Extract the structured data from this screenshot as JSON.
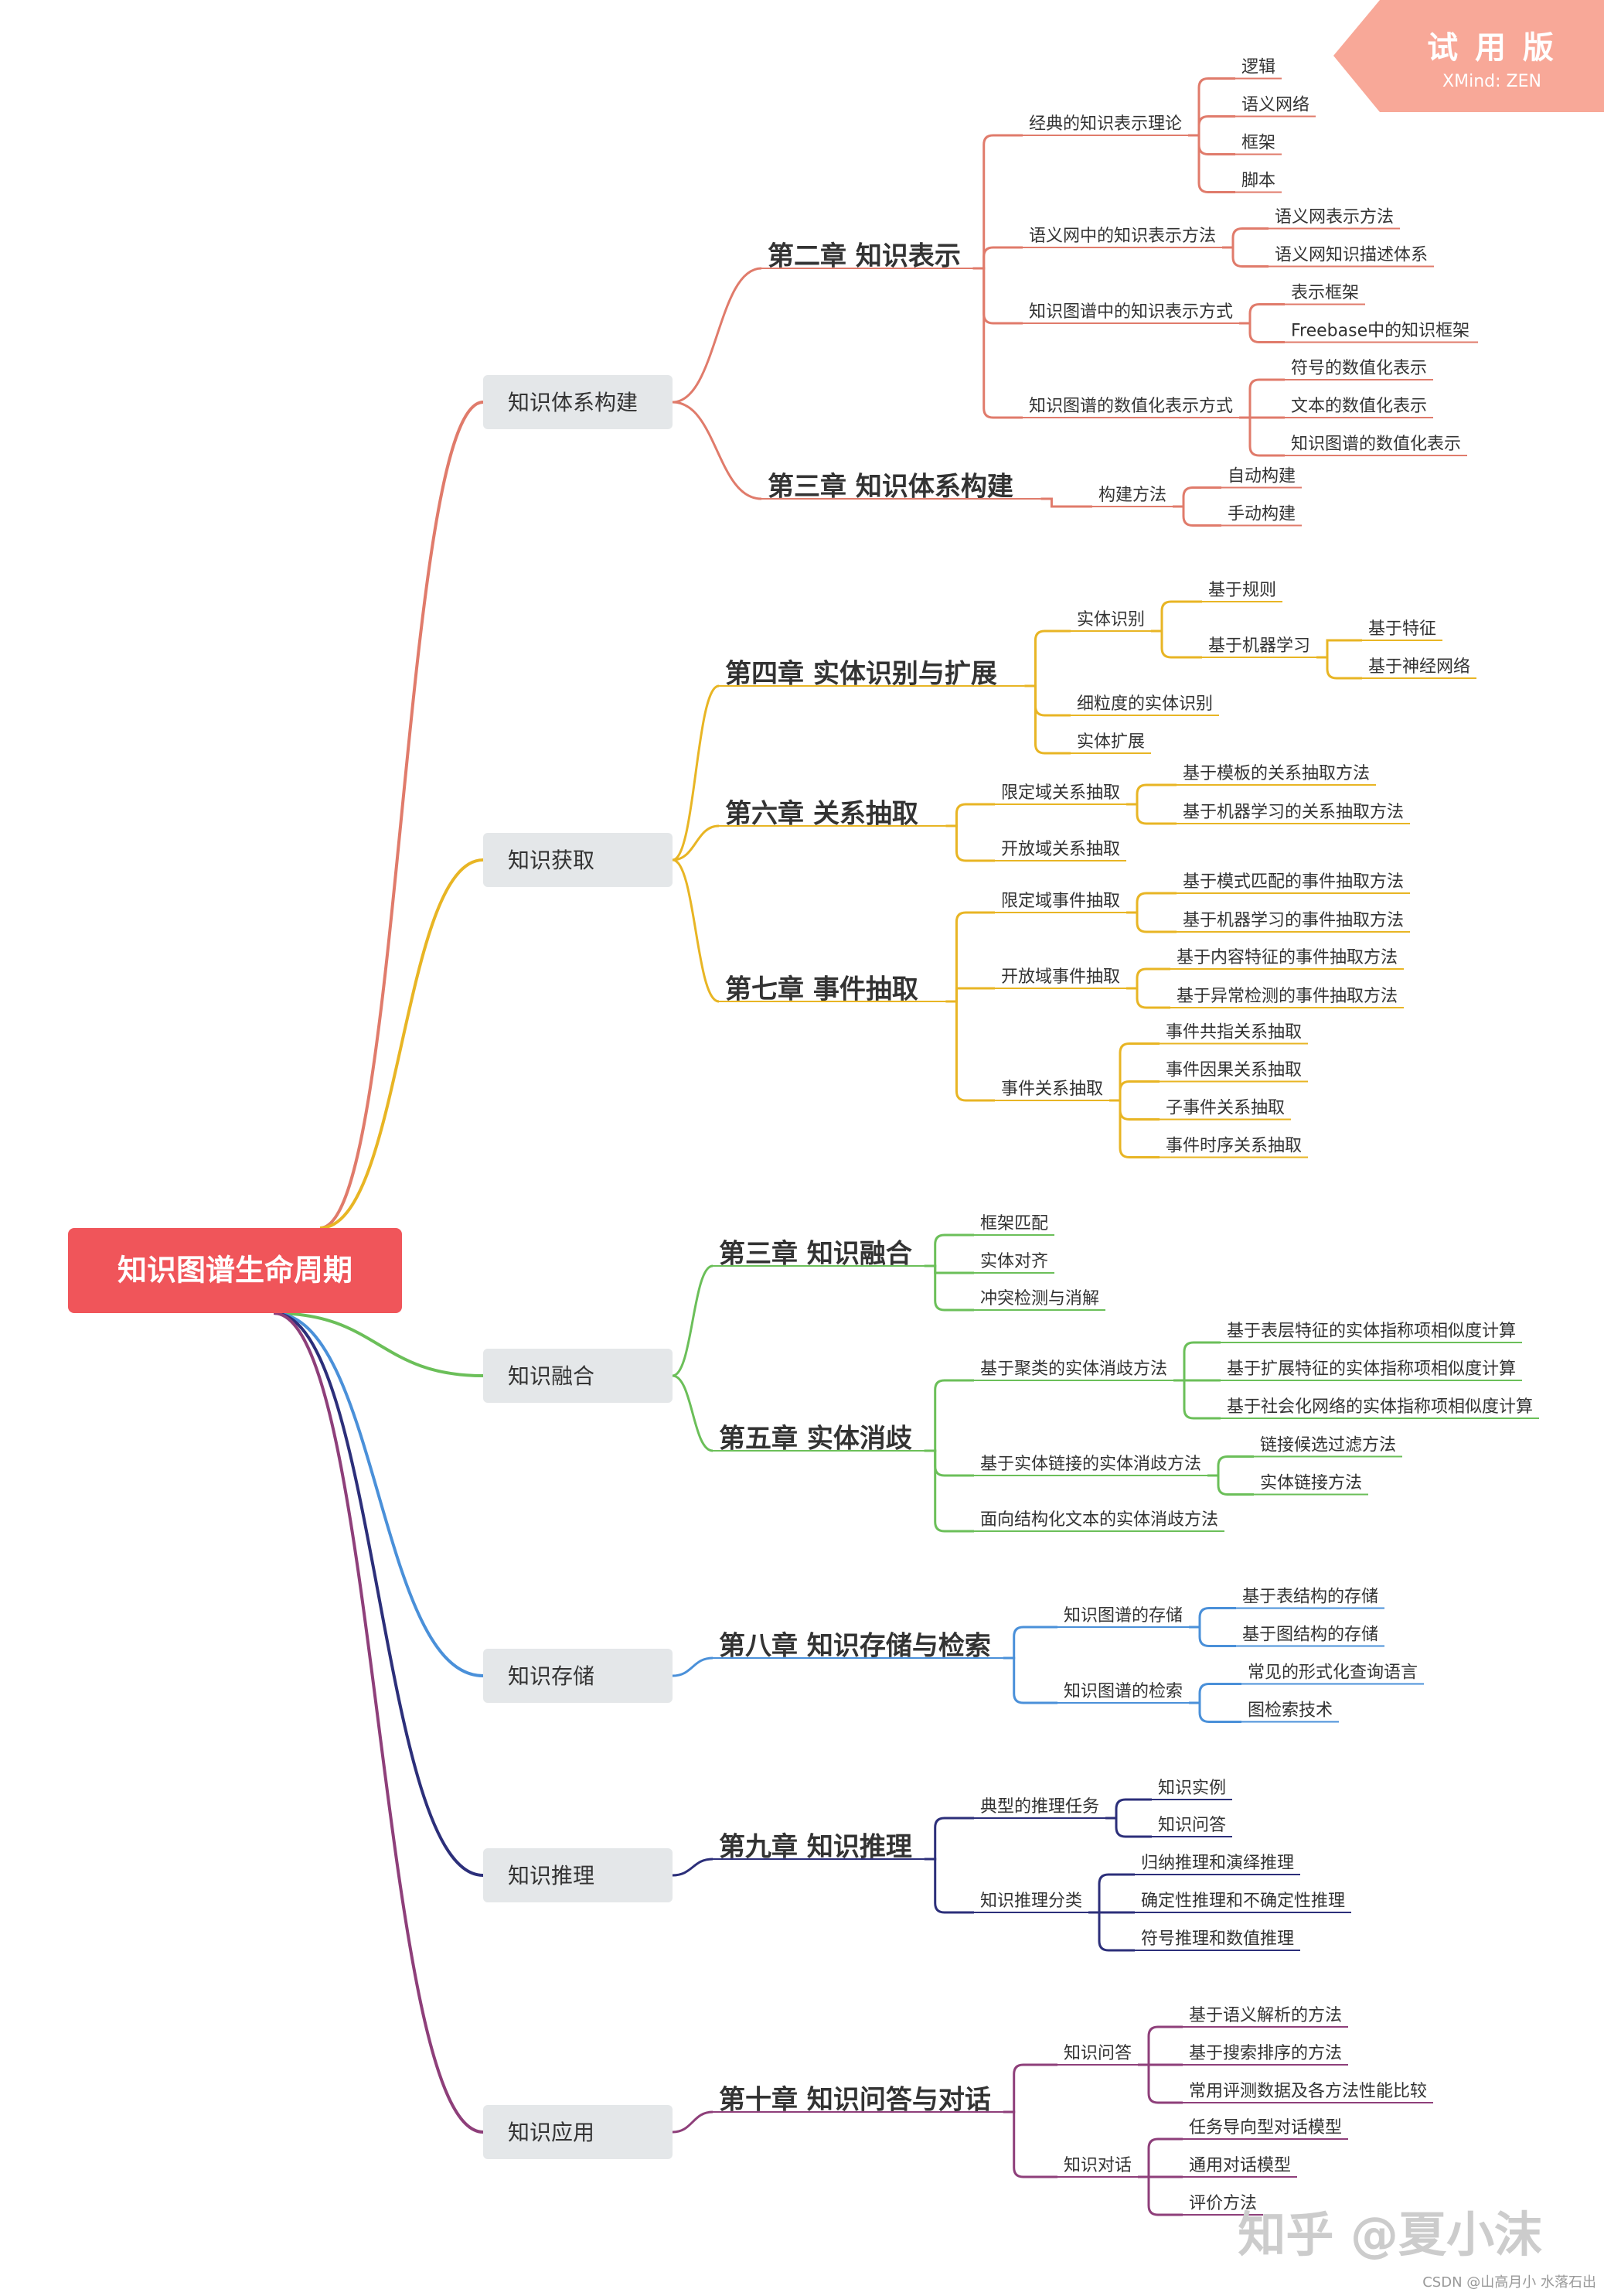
{
  "root": "知识图谱生命周期",
  "branches": [
    {
      "label": "知识体系构建",
      "color": "#e07b6b",
      "chapters": [
        {
          "label": "第二章 知识表示",
          "topics": [
            {
              "label": "经典的知识表示理论",
              "children": [
                "逻辑",
                "语义网络",
                "框架",
                "脚本"
              ]
            },
            {
              "label": "语义网中的知识表示方法",
              "children": [
                "语义网表示方法",
                "语义网知识描述体系"
              ]
            },
            {
              "label": "知识图谱中的知识表示方式",
              "children": [
                "表示框架",
                "Freebase中的知识框架"
              ]
            },
            {
              "label": "知识图谱的数值化表示方式",
              "children": [
                "符号的数值化表示",
                "文本的数值化表示",
                "知识图谱的数值化表示"
              ]
            }
          ]
        },
        {
          "label": "第三章  知识体系构建",
          "topics": [
            {
              "label": "构建方法",
              "children": [
                "自动构建",
                "手动构建"
              ]
            }
          ]
        }
      ]
    },
    {
      "label": "知识获取",
      "color": "#e8b524",
      "chapters": [
        {
          "label": "第四章  实体识别与扩展",
          "topics": [
            {
              "label": "实体识别",
              "children": [
                {
                  "label": "基于规则",
                  "children": []
                },
                {
                  "label": "基于机器学习",
                  "children": [
                    "基于特征",
                    "基于神经网络"
                  ]
                }
              ]
            },
            {
              "label": "细粒度的实体识别",
              "children": []
            },
            {
              "label": "实体扩展",
              "children": []
            }
          ]
        },
        {
          "label": "第六章  关系抽取",
          "topics": [
            {
              "label": "限定域关系抽取",
              "children": [
                "基于模板的关系抽取方法",
                "基于机器学习的关系抽取方法"
              ]
            },
            {
              "label": "开放域关系抽取",
              "children": []
            }
          ]
        },
        {
          "label": "第七章  事件抽取",
          "topics": [
            {
              "label": "限定域事件抽取",
              "children": [
                "基于模式匹配的事件抽取方法",
                "基于机器学习的事件抽取方法"
              ]
            },
            {
              "label": "开放域事件抽取",
              "children": [
                "基于内容特征的事件抽取方法",
                "基于异常检测的事件抽取方法"
              ]
            },
            {
              "label": "事件关系抽取",
              "children": [
                "事件共指关系抽取",
                "事件因果关系抽取",
                "子事件关系抽取",
                "事件时序关系抽取"
              ]
            }
          ]
        }
      ]
    },
    {
      "label": "知识融合",
      "color": "#6bbf59",
      "chapters": [
        {
          "label": "第三章 知识融合",
          "topics": [
            {
              "label": "框架匹配",
              "children": []
            },
            {
              "label": "实体对齐",
              "children": []
            },
            {
              "label": "冲突检测与消解",
              "children": []
            }
          ]
        },
        {
          "label": "第五章 实体消歧",
          "topics": [
            {
              "label": "基于聚类的实体消歧方法",
              "children": [
                "基于表层特征的实体指称项相似度计算",
                "基于扩展特征的实体指称项相似度计算",
                "基于社会化网络的实体指称项相似度计算"
              ]
            },
            {
              "label": "基于实体链接的实体消歧方法",
              "children": [
                "链接候选过滤方法",
                "实体链接方法"
              ]
            },
            {
              "label": "面向结构化文本的实体消歧方法",
              "children": []
            }
          ]
        }
      ]
    },
    {
      "label": "知识存储",
      "color": "#4a90d9",
      "chapters": [
        {
          "label": "第八章 知识存储与检索",
          "topics": [
            {
              "label": "知识图谱的存储",
              "children": [
                "基于表结构的存储",
                "基于图结构的存储"
              ]
            },
            {
              "label": "知识图谱的检索",
              "children": [
                "常见的形式化查询语言",
                "图检索技术"
              ]
            }
          ]
        }
      ]
    },
    {
      "label": "知识推理",
      "color": "#2c2f7a",
      "chapters": [
        {
          "label": "第九章 知识推理",
          "topics": [
            {
              "label": "典型的推理任务",
              "children": [
                "知识实例",
                "知识问答"
              ]
            },
            {
              "label": "知识推理分类",
              "children": [
                "归纳推理和演绎推理",
                "确定性推理和不确定性推理",
                "符号推理和数值推理"
              ]
            }
          ]
        }
      ]
    },
    {
      "label": "知识应用",
      "color": "#8e3f7a",
      "chapters": [
        {
          "label": "第十章 知识问答与对话",
          "topics": [
            {
              "label": "知识问答",
              "children": [
                "基于语义解析的方法",
                "基于搜索排序的方法",
                "常用评测数据及各方法性能比较"
              ]
            },
            {
              "label": "知识对话",
              "children": [
                "任务导向型对话模型",
                "通用对话模型",
                "评价方法"
              ]
            }
          ]
        }
      ]
    }
  ],
  "watermark": {
    "title": "试 用 版",
    "subtitle": "XMind: ZEN"
  },
  "zhihu_mark": "知乎 @夏小沫",
  "credit": "CSDN @山高月小 水落石出",
  "colors": {
    "root_fill": "#f0555a",
    "l1_fill": "#e4e7e9",
    "watermark_fill": "#f8a898",
    "line_default": "#999999"
  }
}
